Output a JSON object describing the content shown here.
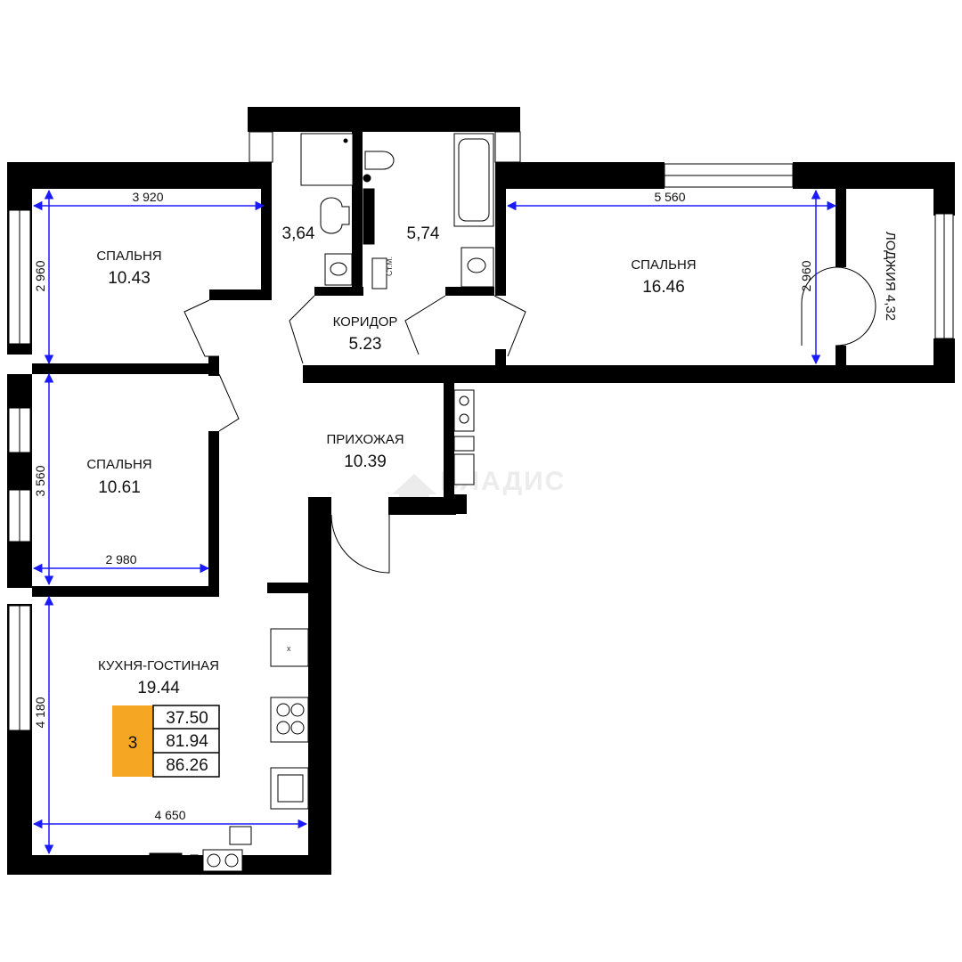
{
  "rooms": {
    "bedroom_nw": {
      "name": "СПАЛЬНЯ",
      "area": "10.43"
    },
    "bathroom_1": {
      "area": "3,64"
    },
    "bathroom_2": {
      "area": "5,74"
    },
    "bedroom_ne": {
      "name": "СПАЛЬНЯ",
      "area": "16.46"
    },
    "loggia": {
      "name": "ЛОДЖИЯ 4,32"
    },
    "corridor": {
      "name": "КОРИДОР",
      "area": "5.23"
    },
    "hallway": {
      "name": "ПРИХОЖАЯ",
      "area": "10.39"
    },
    "bedroom_w": {
      "name": "СПАЛЬНЯ",
      "area": "10.61"
    },
    "kitchen_living": {
      "name": "КУХНЯ-ГОСТИНАЯ",
      "area": "19.44"
    }
  },
  "dimensions": {
    "nw_width": "3 920",
    "nw_height": "2 960",
    "ne_width": "5 560",
    "ne_height": "2 960",
    "w_height": "3 560",
    "w_width": "2 980",
    "kitchen_height": "4 180",
    "kitchen_width": "4 650"
  },
  "fixtures": {
    "riser_label": "Ст.М.",
    "fridge_mark": "x"
  },
  "summary": {
    "rooms_count": "3",
    "living_area": "37.50",
    "total_area": "81.94",
    "area_with_loggia": "86.26",
    "badge_color": "#F5A623"
  },
  "watermark": {
    "text": "ВЛАДИС"
  },
  "colors": {
    "wall": "#000000",
    "dimension_line": "#1a1aff"
  }
}
